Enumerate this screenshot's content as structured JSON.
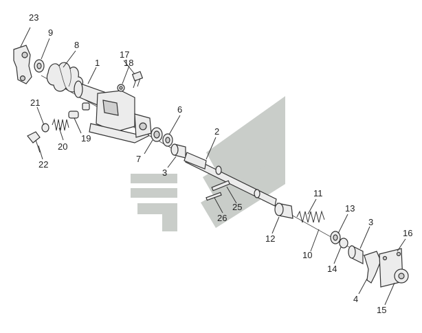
{
  "watermark": {
    "color": "#c9cdc9",
    "name": "logo-watermark"
  },
  "callouts": [
    {
      "id": "c23",
      "text": "23"
    },
    {
      "id": "c9",
      "text": "9"
    },
    {
      "id": "c8",
      "text": "8"
    },
    {
      "id": "c1",
      "text": "1"
    },
    {
      "id": "c17",
      "text": "17"
    },
    {
      "id": "c18",
      "text": "18"
    },
    {
      "id": "c21",
      "text": "21"
    },
    {
      "id": "c6",
      "text": "6"
    },
    {
      "id": "c2",
      "text": "2"
    },
    {
      "id": "c20",
      "text": "20"
    },
    {
      "id": "c19",
      "text": "19"
    },
    {
      "id": "c7",
      "text": "7"
    },
    {
      "id": "c22",
      "text": "22"
    },
    {
      "id": "c3a",
      "text": "3"
    },
    {
      "id": "c11",
      "text": "11"
    },
    {
      "id": "c25",
      "text": "25"
    },
    {
      "id": "c26",
      "text": "26"
    },
    {
      "id": "c13",
      "text": "13"
    },
    {
      "id": "c3b",
      "text": "3"
    },
    {
      "id": "c16",
      "text": "16"
    },
    {
      "id": "c12",
      "text": "12"
    },
    {
      "id": "c10",
      "text": "10"
    },
    {
      "id": "c14",
      "text": "14"
    },
    {
      "id": "c4",
      "text": "4"
    },
    {
      "id": "c15",
      "text": "15"
    }
  ]
}
